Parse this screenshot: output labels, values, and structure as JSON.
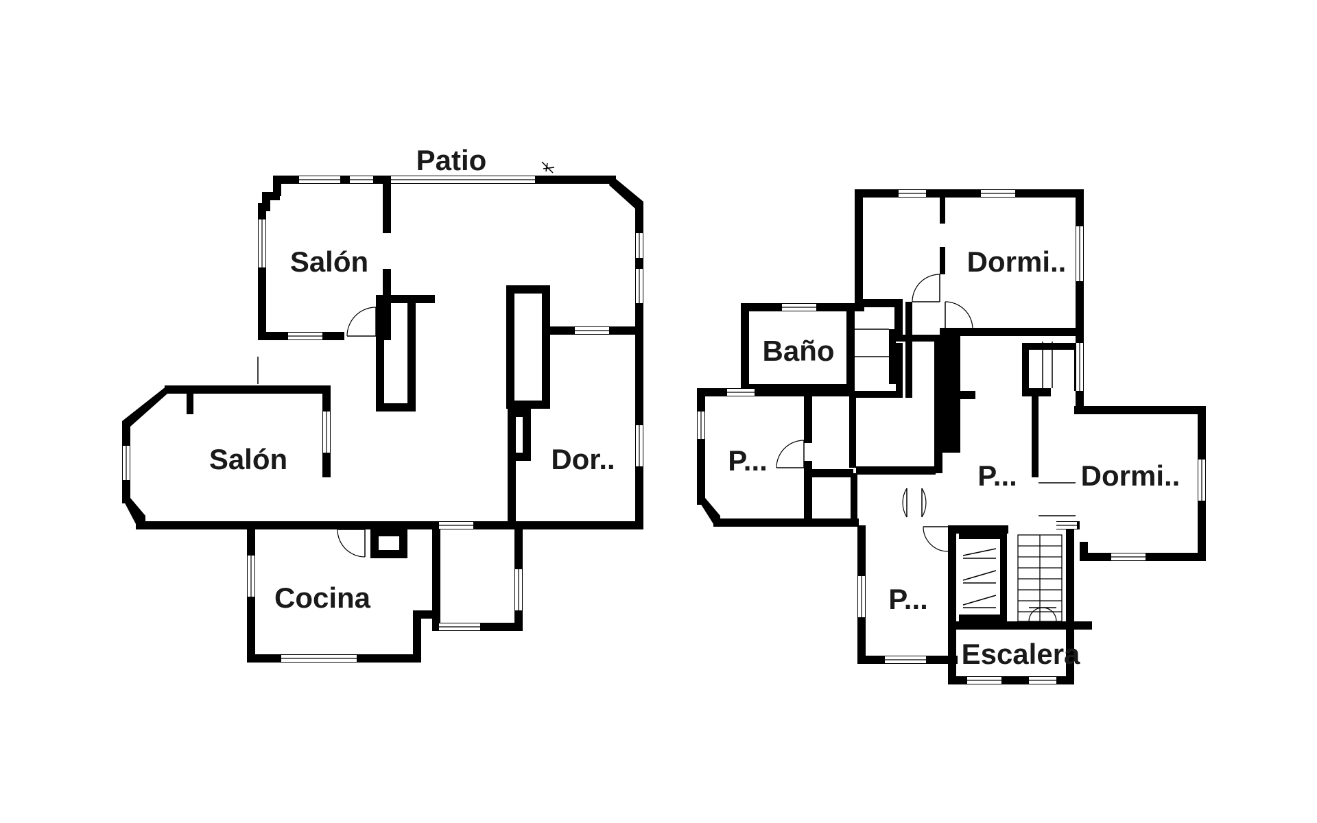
{
  "floor_plan": {
    "outdoor_label": "Patio",
    "ground_floor": {
      "rooms": [
        {
          "id": "salon-1",
          "label": "Salón"
        },
        {
          "id": "salon-2",
          "label": "Salón"
        },
        {
          "id": "dormitorio-1",
          "label": "Dor.."
        },
        {
          "id": "cocina",
          "label": "Cocina"
        }
      ]
    },
    "upper_floor": {
      "rooms": [
        {
          "id": "dormitorio-2",
          "label": "Dormi.."
        },
        {
          "id": "bano",
          "label": "Baño"
        },
        {
          "id": "pasillo-1",
          "label": "P..."
        },
        {
          "id": "pasillo-2",
          "label": "P..."
        },
        {
          "id": "dormitorio-3",
          "label": "Dormi.."
        },
        {
          "id": "pasillo-3",
          "label": "P..."
        },
        {
          "id": "escalera",
          "label": "Escalera"
        }
      ]
    },
    "colors": {
      "wall": "#000000",
      "background": "#ffffff",
      "label": "#1a1a1a"
    }
  }
}
